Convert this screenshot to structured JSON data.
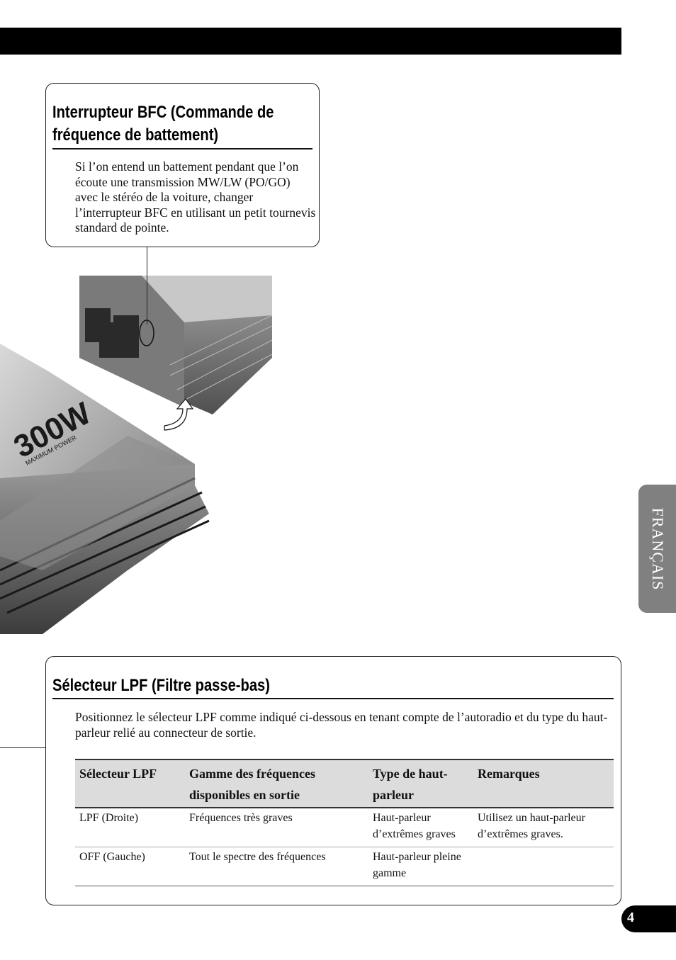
{
  "bfc": {
    "title": "Interrupteur BFC (Commande de fréquence de battement)",
    "body": "Si l’on entend un battement pendant que l’on écoute une transmission MW/LW (PO/GO) avec le stéréo de la voiture, changer l’interrupteur BFC en utilisant un petit tournevis standard de pointe."
  },
  "product": {
    "power_label": "300W",
    "power_sub": "MAXIMUM POWER"
  },
  "lpf": {
    "title": "Sélecteur LPF (Filtre passe-bas)",
    "body": "Positionnez le sélecteur LPF comme indiqué ci-dessous en tenant compte de l’autoradio et du type du haut-parleur relié au connecteur de sortie.",
    "table": {
      "headers": [
        "Sélecteur LPF",
        "Gamme des fréquences disponibles en sortie",
        "Type de haut-parleur",
        "Remarques"
      ],
      "rows": [
        [
          "LPF (Droite)",
          "Fréquences très graves",
          "Haut-parleur d’extrêmes graves",
          "Utilisez un haut-parleur d’extrêmes graves."
        ],
        [
          "OFF (Gauche)",
          "Tout le spectre des fréquences",
          "Haut-parleur pleine gamme",
          ""
        ]
      ]
    }
  },
  "sidebar": {
    "language": "FRANÇAIS"
  },
  "page": {
    "number": "4"
  }
}
